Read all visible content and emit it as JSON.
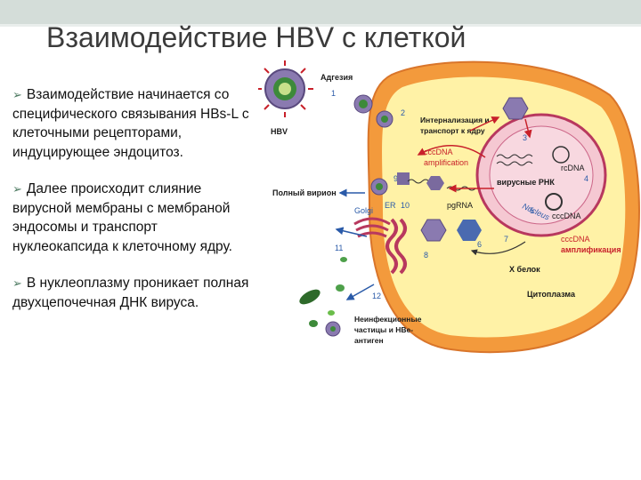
{
  "slide": {
    "title": "Взаимодействие HBV с клеткой",
    "bullets": [
      {
        "marker": "➢",
        "text": "Взаимодействие начинается со специфического связывания HBs-L с клеточными рецепторами, индуцирующее эндоцитоз."
      },
      {
        "marker": "➢",
        "text": "Далее происходит слияние вирусной мембраны с мембраной эндосомы и транспорт нуклеокапсида к клеточному ядру."
      },
      {
        "marker": "➢",
        "text": "В нуклеоплазму проникает полная двухцепочечная ДНК вируса."
      }
    ]
  },
  "diagram": {
    "labels": {
      "hbv": "HBV",
      "adhesion": "Адгезия",
      "internalization_1": "Интернализация и",
      "internalization_2": "транспорт к ядру",
      "full_virion": "Полный вирион",
      "cccdna_amp_1": "cccDNA",
      "cccdna_amp_2": "amplification",
      "pg_rna": "pgRNA",
      "viral_rna": "вирусные РНК",
      "nucleus": "Nucleus",
      "cccdna_nucleus": "cccDNA",
      "rc_dna": "rcDNA",
      "golgi": "Golgi",
      "er": "ER",
      "cccdna_right": "cccDNA",
      "amplification_ru": "амплификация",
      "x_protein": "X белок",
      "cytoplasm": "Цитоплазма",
      "noninfectious_1": "Неинфекционные",
      "noninfectious_2": "частицы и HBe-",
      "noninfectious_3": "антиген"
    },
    "step_numbers": [
      "1",
      "2",
      "3",
      "4",
      "5",
      "6",
      "7",
      "8",
      "9",
      "10",
      "11",
      "12"
    ],
    "colors": {
      "cell_outer": "#f39a3c",
      "cell_inner": "#fff2a6",
      "nucleus_fill": "#f5c8d2",
      "nucleus_border": "#b8385e",
      "virus_purple": "#7a6a9e",
      "virus_green": "#3d8a3a",
      "label_red": "#c8202a",
      "label_blue": "#2a5aa8",
      "text_dark": "#1a1a1a"
    }
  }
}
